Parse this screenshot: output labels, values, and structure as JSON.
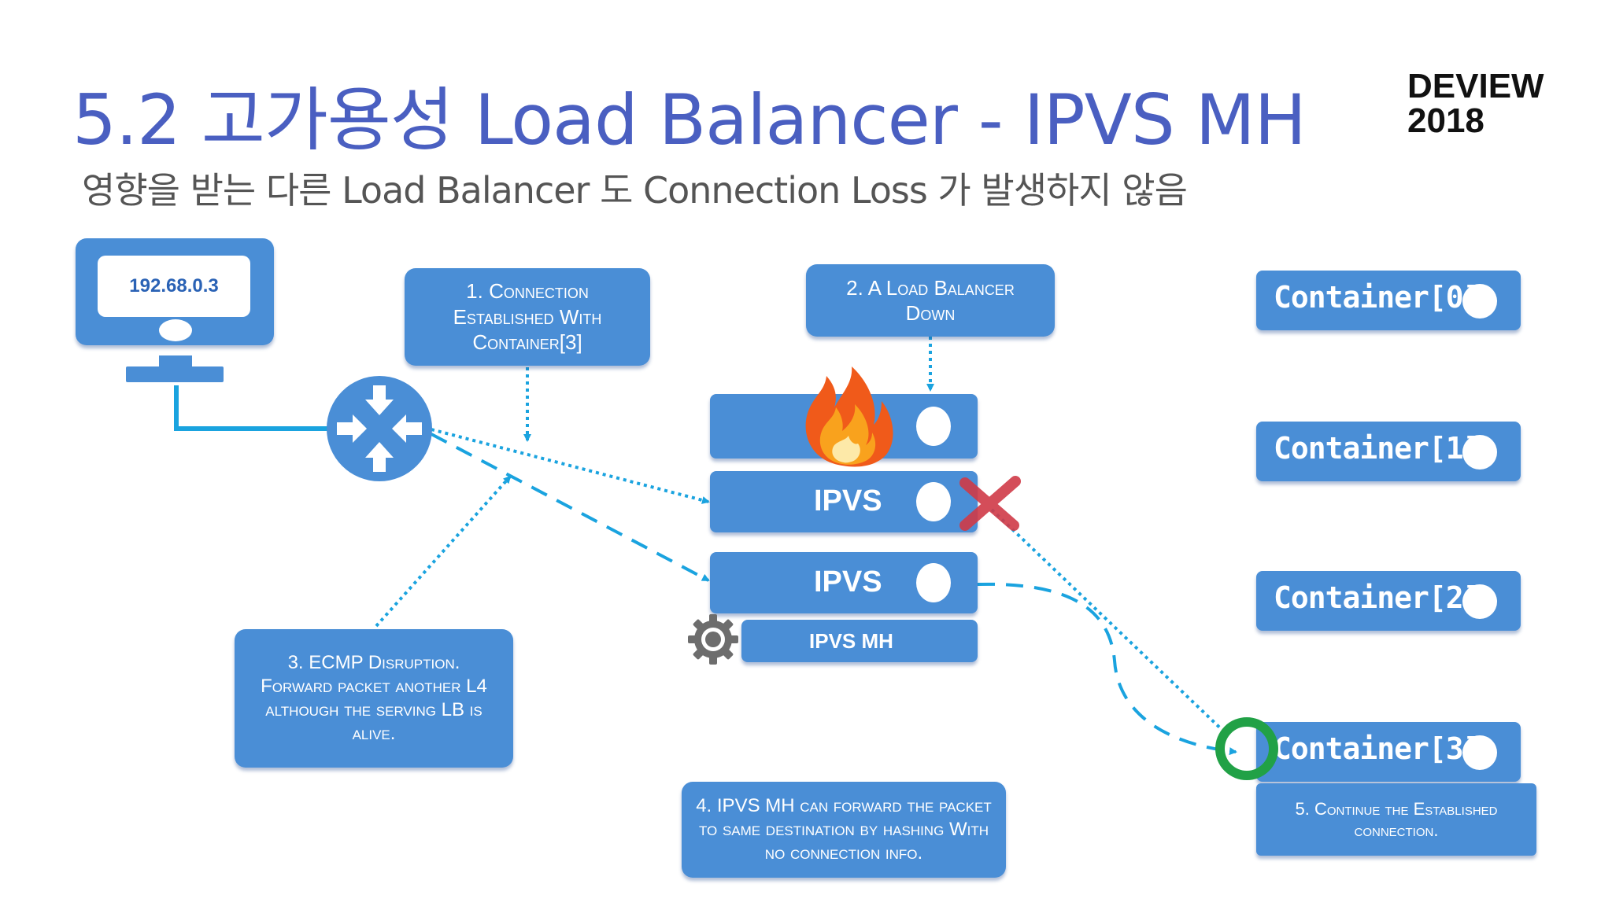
{
  "title": "5.2 고가용성 Load Balancer - IPVS MH",
  "subtitle": "영향을 받는 다른 Load Balancer 도 Connection Loss 가 발생하지 않음",
  "logo": {
    "line1": "DEVIEW",
    "line2": "2018"
  },
  "client": {
    "ip": "192.68.0.3",
    "icon": "monitor-icon"
  },
  "router": {
    "icon": "router-icon"
  },
  "callouts": {
    "step1": "1. Connection Established With Container[3]",
    "step2": "2. A Load Balancer Down",
    "step3": "3. ECMP Disruption. Forward packet another L4 although the serving LB is alive.",
    "step4": "4. IPVS MH can forward the packet to same destination by hashing With no connection info.",
    "step5": "5. Continue the Established connection."
  },
  "load_balancers": [
    {
      "label": "",
      "status": "down",
      "icon": "fire-icon"
    },
    {
      "label": "IPVS",
      "status": "connection-lost",
      "icon": "x-mark-icon"
    },
    {
      "label": "IPVS",
      "status": "alive"
    }
  ],
  "ipvs_mh": {
    "label": "IPVS MH",
    "icon": "gear-icon"
  },
  "containers": [
    {
      "label": "Container[0]"
    },
    {
      "label": "Container[1]"
    },
    {
      "label": "Container[2]"
    },
    {
      "label": "Container[3]",
      "highlight": true
    }
  ],
  "colors": {
    "title": "#4a5fc1",
    "box": "#4a8ed6",
    "arrow": "#1aa3df",
    "x_mark": "#d03a48",
    "highlight_ring": "#21a146"
  }
}
